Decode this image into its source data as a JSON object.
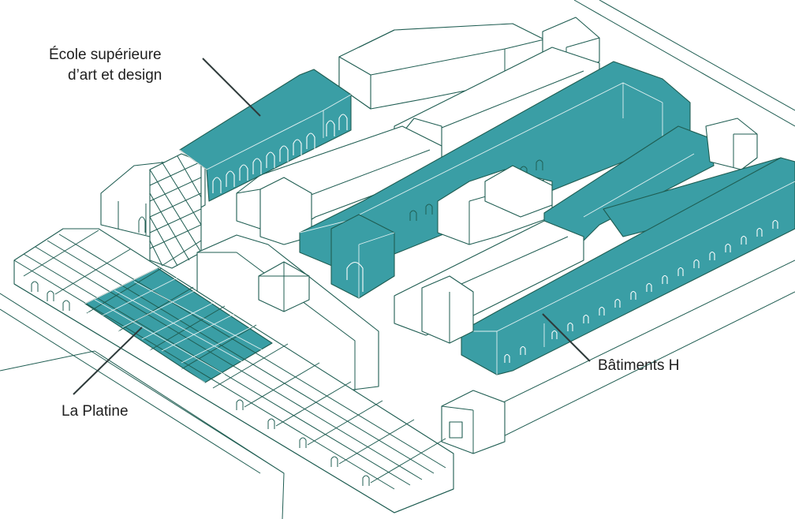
{
  "labels": {
    "ecole_line1": "École supérieure",
    "ecole_line2": "d’art et design",
    "platine": "La Platine",
    "batiments": "Bâtiments H"
  },
  "colors": {
    "highlight": "#3a9ea5",
    "outline": "#1f5d52",
    "background": "#ffffff",
    "leader": "#2f3b3b"
  }
}
